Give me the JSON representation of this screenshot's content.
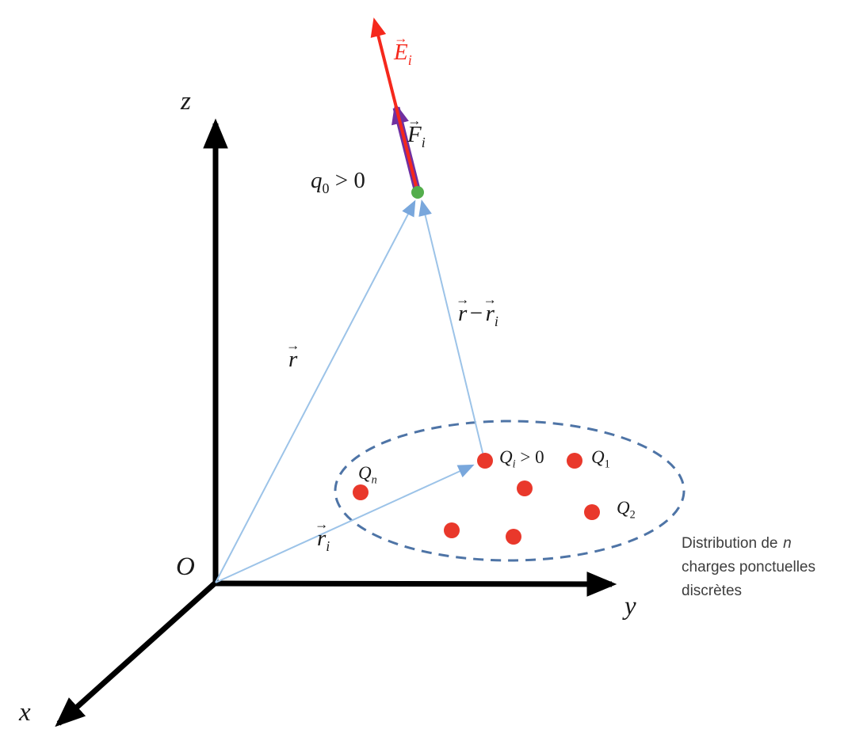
{
  "notation": {
    "vec_arrow": "→",
    "minus": "−"
  },
  "colors": {
    "axis_black": "#000000",
    "vector_blue": "#9cc3e8",
    "arrowhead_blue": "#79a7dc",
    "field_red": "#f5281c",
    "force_purple": "#7030a0",
    "test_charge_green": "#54ae4c",
    "charge_red": "#e9382b",
    "ellipse_blue": "#4e74a6",
    "annotation_text": "#3d3d3d"
  },
  "axes": {
    "z": "z",
    "y": "y",
    "x": "x",
    "origin": "O"
  },
  "test_point": {
    "base": "q",
    "sub": "0",
    "condition": "> 0"
  },
  "vectors": {
    "r": {
      "base": "r"
    },
    "ri": {
      "base": "r",
      "sub": "i"
    },
    "r_minus_ri": {
      "term1": "r",
      "term2": "r",
      "term2_sub": "i"
    },
    "E": {
      "base": "E",
      "sub": "i"
    },
    "F": {
      "base": "F",
      "sub": "i"
    }
  },
  "charges": {
    "Qn": {
      "base": "Q",
      "sub": "n"
    },
    "Qi": {
      "base": "Q",
      "sub": "i",
      "condition": "> 0"
    },
    "Q1": {
      "base": "Q",
      "sub": "1"
    },
    "Q2": {
      "base": "Q",
      "sub": "2"
    }
  },
  "annotation": {
    "line1": "Distribution de",
    "line1_var": "n",
    "line2": "charges ponctuelles",
    "line3": "discrètes"
  }
}
